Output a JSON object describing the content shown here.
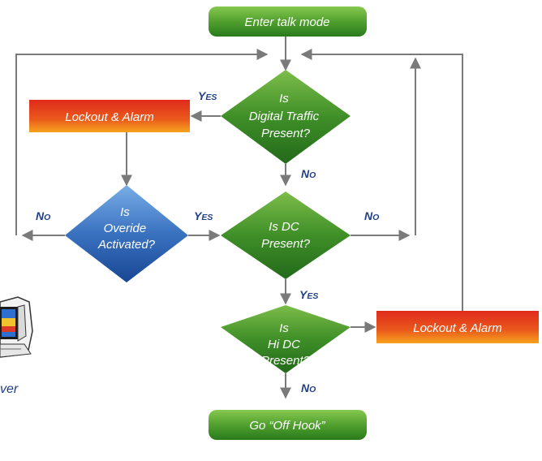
{
  "diagram": {
    "nodes": {
      "start": "Enter talk mode",
      "digital_traffic": [
        "Is",
        "Digital Traffic",
        "Present?"
      ],
      "lockout_left": "Lockout & Alarm",
      "override": [
        "Is",
        "Overide",
        "Activated?"
      ],
      "dc_present": [
        "Is DC",
        "Present?"
      ],
      "hi_dc": [
        "Is",
        "Hi DC",
        "Present?"
      ],
      "lockout_right": "Lockout & Alarm",
      "end": "Go “Off Hook”"
    },
    "edge_labels": {
      "digital_yes": [
        "Y",
        "ES"
      ],
      "digital_no": [
        "N",
        "O"
      ],
      "override_no": [
        "N",
        "O"
      ],
      "override_yes": [
        "Y",
        "ES"
      ],
      "dc_no": [
        "N",
        "O"
      ],
      "dc_yes": [
        "Y",
        "ES"
      ],
      "hidc_no": [
        "N",
        "O"
      ]
    },
    "caption_partial": "ver"
  },
  "colors": {
    "green_dark": "#2c7d1f",
    "green_light": "#7fc349",
    "red_dark": "#d4211a",
    "orange": "#f7a21c",
    "blue_dark": "#1a4b9a",
    "blue_light": "#6fa6e0",
    "connector": "#7a7a7a",
    "label_blue": "#1f3f86"
  },
  "icons": [
    "computer-monitor-icon"
  ]
}
